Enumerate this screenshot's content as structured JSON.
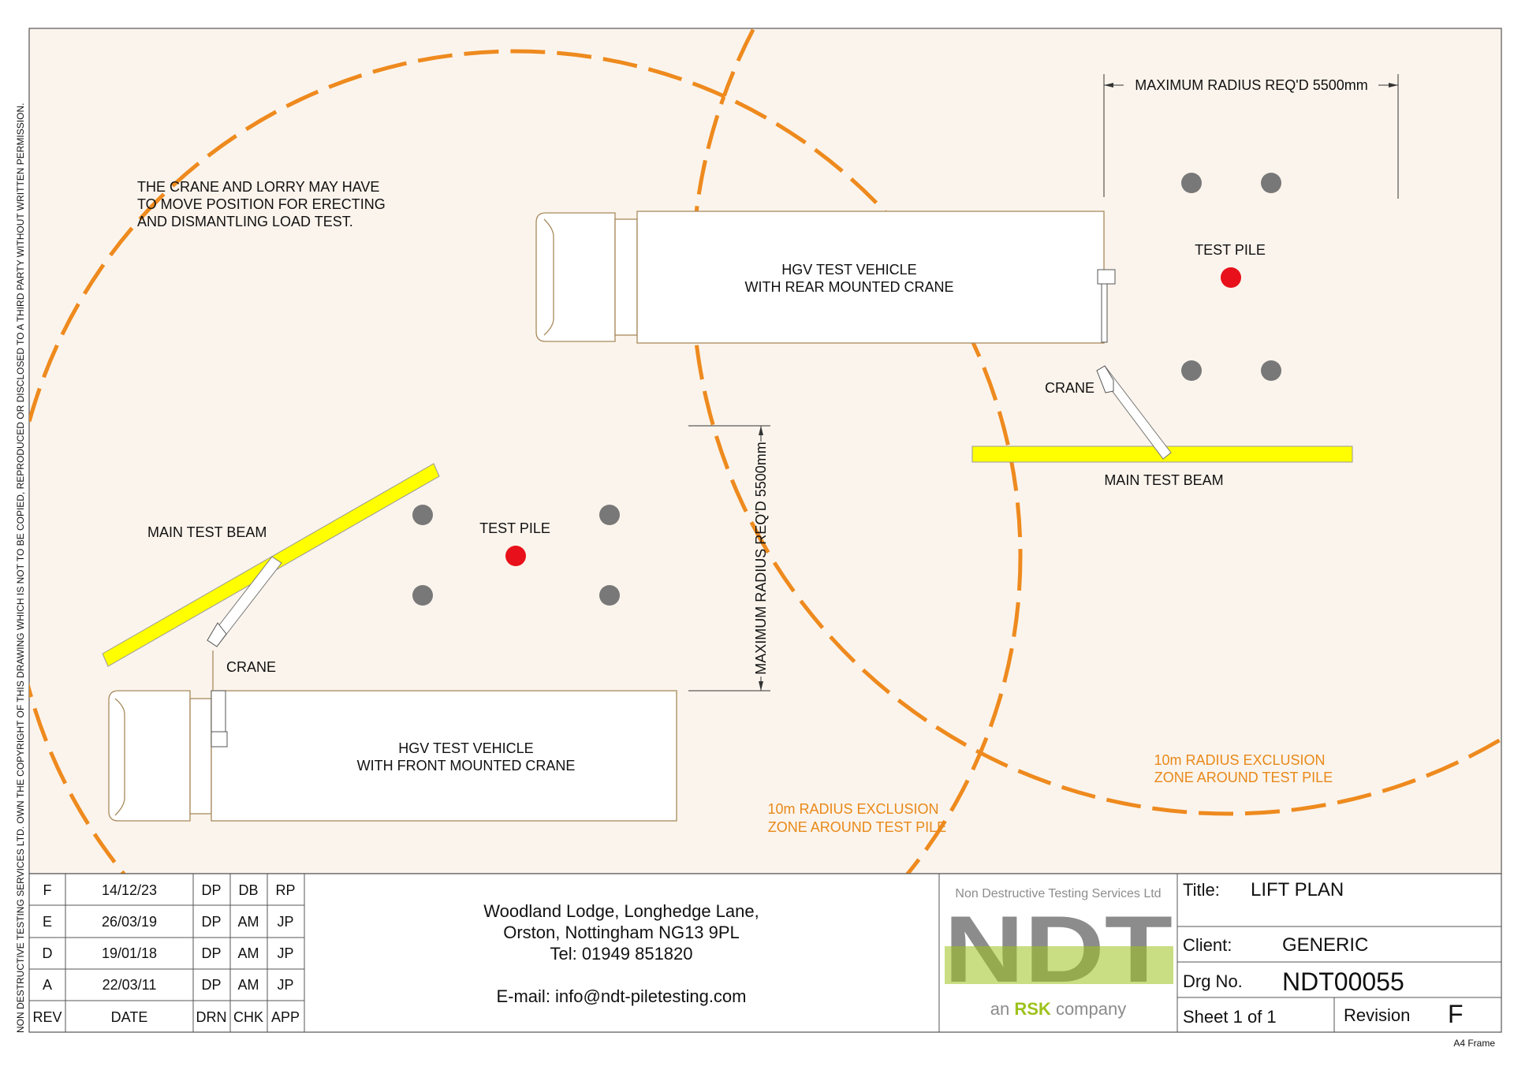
{
  "copyright_notice": "NON DESTRUCTIVE TESTING SERVICES LTD.  OWN THE COPYRIGHT OF THIS DRAWING WHICH IS NOT TO BE COPIED, REPRODUCED OR DISCLOSED TO A THIRD PARTY WITHOUT WRITTEN PERMISSION.",
  "colors": {
    "site_fill": "#fbf4ec",
    "exclusion_zone": "#ee8a1e",
    "test_pile": "#e8101a",
    "anchor_pile": "#787878",
    "beam": "#ffff00",
    "vehicle_outline": "#a88a5c",
    "logo_grey": "#8c8c8c",
    "logo_green": "#9dc21b"
  },
  "notes": {
    "move_line1": "THE CRANE AND LORRY MAY HAVE",
    "move_line2": "TO MOVE POSITION FOR ERECTING",
    "move_line3": "AND DISMANTLING LOAD TEST."
  },
  "left_setup": {
    "vehicle_line1": "HGV TEST VEHICLE",
    "vehicle_line2": "WITH FRONT MOUNTED CRANE",
    "beam_label": "MAIN TEST BEAM",
    "crane_label": "CRANE",
    "pile_label": "TEST PILE",
    "radius_dim": "MAXIMUM RADIUS REQ'D 5500mm",
    "zone_line1": "10m RADIUS EXCLUSION",
    "zone_line2": "ZONE AROUND TEST PILE"
  },
  "right_setup": {
    "vehicle_line1": "HGV TEST VEHICLE",
    "vehicle_line2": "WITH REAR MOUNTED  CRANE",
    "beam_label": "MAIN TEST BEAM",
    "crane_label": "CRANE",
    "pile_label": "TEST PILE",
    "radius_dim": "MAXIMUM RADIUS REQ'D 5500mm",
    "zone_line1": "10m RADIUS EXCLUSION",
    "zone_line2": "ZONE AROUND TEST PILE"
  },
  "revisions": {
    "header": {
      "rev": "REV",
      "date": "DATE",
      "drn": "DRN",
      "chk": "CHK",
      "app": "APP"
    },
    "rows": [
      {
        "rev": "F",
        "date": "14/12/23",
        "drn": "DP",
        "chk": "DB",
        "app": "RP"
      },
      {
        "rev": "E",
        "date": "26/03/19",
        "drn": "DP",
        "chk": "AM",
        "app": "JP"
      },
      {
        "rev": "D",
        "date": "19/01/18",
        "drn": "DP",
        "chk": "AM",
        "app": "JP"
      },
      {
        "rev": "A",
        "date": "22/03/11",
        "drn": "DP",
        "chk": "AM",
        "app": "JP"
      }
    ]
  },
  "address": {
    "line1": "Woodland Lodge, Longhedge Lane,",
    "line2": "Orston, Nottingham NG13 9PL",
    "tel": "Tel:  01949 851820",
    "email": "E-mail: info@ndt-piletesting.com"
  },
  "logo": {
    "company": "Non Destructive Testing Services Ltd",
    "mark": "NDT",
    "tagline_pre": "an ",
    "tagline_brand": "RSK",
    "tagline_post": " company"
  },
  "title_block": {
    "title_label": "Title:",
    "title_value": "LIFT PLAN",
    "client_label": "Client:",
    "client_value": "GENERIC",
    "drg_label": "Drg No.",
    "drg_value": "NDT00055",
    "sheet": "Sheet 1 of 1",
    "revision_label": "Revision",
    "revision_value": "F",
    "frame": "A4 Frame"
  }
}
